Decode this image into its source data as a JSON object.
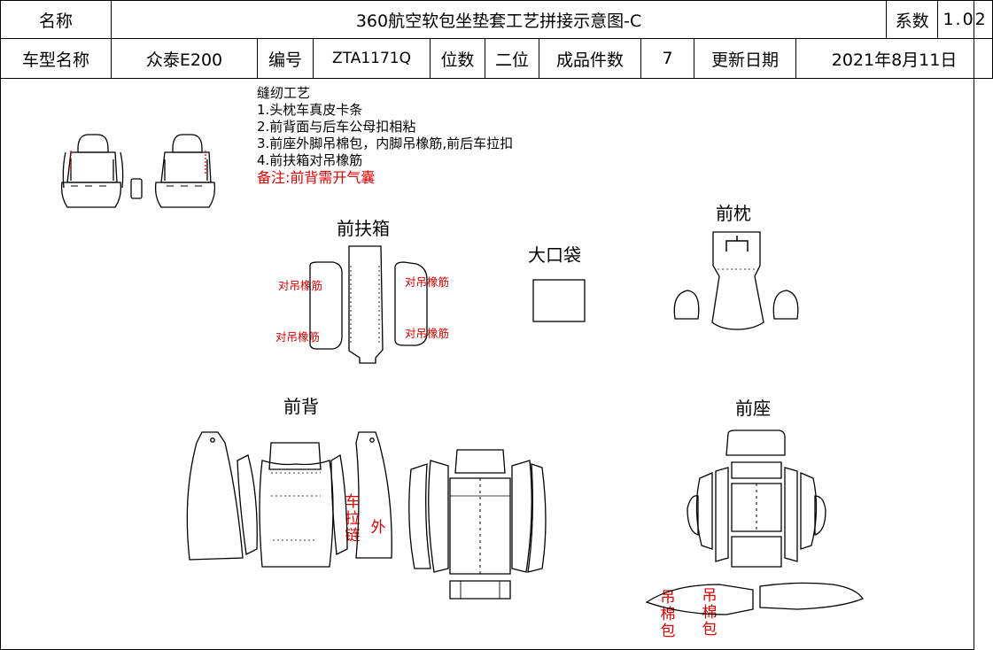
{
  "header": {
    "name_label": "名称",
    "title": "360航空软包坐垫套工艺拼接示意图-C",
    "coef_label": "系数",
    "coef_value": "1.02",
    "model_label": "车型名称",
    "model_value": "众泰E200",
    "code_label": "编号",
    "code_value": "ZTA1171Q",
    "seats_label": "位数",
    "seats_value": "二位",
    "pieces_label": "成品件数",
    "pieces_value": "7",
    "date_label": "更新日期",
    "date_value": "2021年8月11日"
  },
  "notes": {
    "title": "缝纫工艺",
    "items": [
      "1.头枕车真皮卡条",
      "2.前背面与后车公母扣相粘",
      "3.前座外脚吊棉包，内脚吊橡筋,前后车拉扣",
      "4.前扶箱对吊橡筋"
    ],
    "remark": "备注:前背需开气囊"
  },
  "sections": {
    "armrest": "前扶箱",
    "pocket": "大口袋",
    "headrest": "前枕",
    "back": "前背",
    "seat": "前座"
  },
  "annotations": {
    "elastic_1": "对吊橡筋",
    "elastic_2": "对吊橡筋",
    "elastic_3": "对吊橡筋",
    "elastic_4": "对吊橡筋",
    "zipper": "车拉链",
    "outer": "外",
    "cotton_1": "吊棉包",
    "cotton_2": "吊棉包"
  },
  "colors": {
    "accent_red": "#e00000",
    "line": "#000000"
  }
}
